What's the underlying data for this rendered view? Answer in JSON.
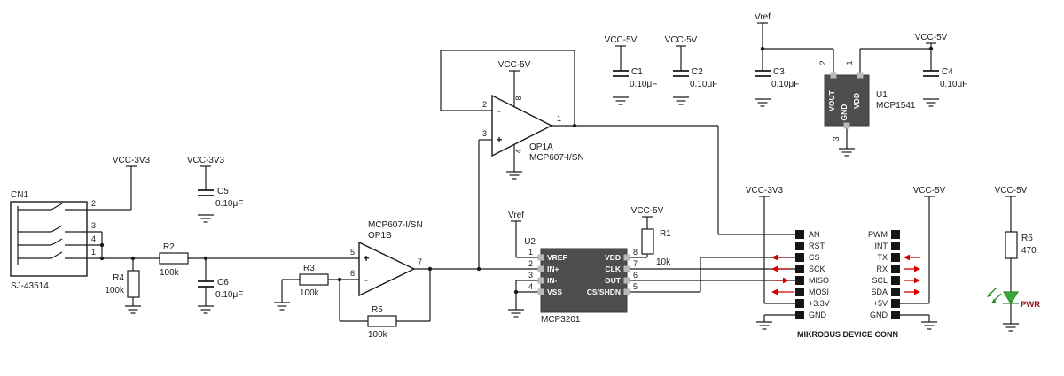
{
  "nets": {
    "vcc_3v3": "VCC-3V3",
    "vcc_5v": "VCC-5V",
    "vref": "Vref"
  },
  "cn1": {
    "ref": "CN1",
    "part": "SJ-43514",
    "pin_numbers": [
      "2",
      "3",
      "4",
      "1"
    ]
  },
  "resistors": {
    "r1": {
      "ref": "R1",
      "value": "10k"
    },
    "r2": {
      "ref": "R2",
      "value": "100k"
    },
    "r3": {
      "ref": "R3",
      "value": "100k"
    },
    "r4": {
      "ref": "R4",
      "value": "100k"
    },
    "r5": {
      "ref": "R5",
      "value": "100k"
    },
    "r6": {
      "ref": "R6",
      "value": "470"
    }
  },
  "capacitors": {
    "c1": {
      "ref": "C1",
      "value": "0.10μF"
    },
    "c2": {
      "ref": "C2",
      "value": "0.10μF"
    },
    "c3": {
      "ref": "C3",
      "value": "0.10μF"
    },
    "c4": {
      "ref": "C4",
      "value": "0.10μF"
    },
    "c5": {
      "ref": "C5",
      "value": "0.10μF"
    },
    "c6": {
      "ref": "C6",
      "value": "0.10μF"
    }
  },
  "op1a": {
    "ref": "OP1A",
    "part": "MCP607-I/SN",
    "pin_out": "1",
    "pin_inv": "2",
    "pin_noninv": "3",
    "pin_vdd": "8",
    "pin_vss": "4",
    "plus": "+",
    "minus": "-"
  },
  "op1b": {
    "ref": "OP1B",
    "part": "MCP607-I/SN",
    "pin_noninv": "5",
    "pin_inv": "6",
    "pin_out": "7",
    "plus": "+",
    "minus": "-"
  },
  "u1": {
    "ref": "U1",
    "part": "MCP1541",
    "pin_vout": "VOUT",
    "pin_gnd": "GND",
    "pin_vdd": "VDD",
    "pin_vout_num": "2",
    "pin_vdd_num": "1",
    "pin_gnd_num": "3"
  },
  "u2": {
    "ref": "U2",
    "part": "MCP3201",
    "left_pins": [
      {
        "num": "1",
        "name": "VREF"
      },
      {
        "num": "2",
        "name": "IN+"
      },
      {
        "num": "3",
        "name": "IN-"
      },
      {
        "num": "4",
        "name": "VSS"
      }
    ],
    "right_pins": [
      {
        "num": "8",
        "name": "VDD"
      },
      {
        "num": "7",
        "name": "CLK"
      },
      {
        "num": "6",
        "name": "OUT"
      },
      {
        "num": "5",
        "name": "CS/SHDN"
      }
    ]
  },
  "mikrobus": {
    "label": "MIKROBUS DEVICE CONN",
    "left_pins": [
      "AN",
      "RST",
      "CS",
      "SCK",
      "MISO",
      "MOSI",
      "+3.3V",
      "GND"
    ],
    "right_pins": [
      "PWM",
      "INT",
      "TX",
      "RX",
      "SCL",
      "SDA",
      "+5V",
      "GND"
    ]
  },
  "led": {
    "label": "PWR"
  },
  "colors": {
    "wire": "#1a1a1a",
    "chip_body": "#4d4d50",
    "arrow_red": "#d40000",
    "led_green": "#3aaa35",
    "pwr_label": "#8b1a1a"
  }
}
